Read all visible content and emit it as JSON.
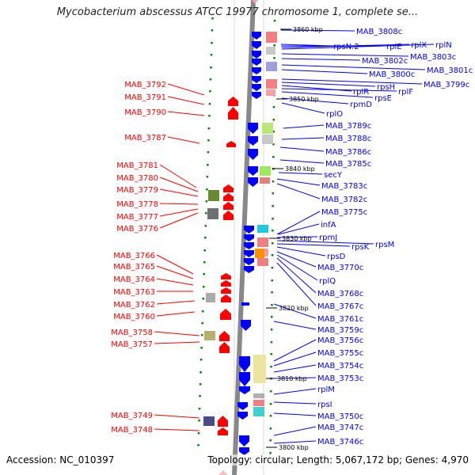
{
  "title": "Mycobacterium abscessus ATCC 19977 chromosome 1, complete se...",
  "footer": {
    "accession_label": "Accession:",
    "accession": "NC_010397",
    "summary": "Topology: circular; Length: 5,067,172 bp; Genes: 4,970"
  },
  "colors": {
    "forward_strand": "#ff0000",
    "reverse_strand": "#0000ff",
    "backbone": "#888888",
    "tick": "#008800"
  },
  "kbp_markers": [
    "3860 kbp",
    "3850 kbp",
    "3840 kbp",
    "3830 kbp",
    "3820 kbp",
    "3810 kbp",
    "3800 kbp"
  ],
  "left_labels": [
    "MAB_3792",
    "MAB_3791",
    "MAB_3790",
    "MAB_3787",
    "MAB_3781",
    "MAB_3780",
    "MAB_3779",
    "MAB_3778",
    "MAB_3777",
    "MAB_3776",
    "MAB_3766",
    "MAB_3765",
    "MAB_3764",
    "MAB_3763",
    "MAB_3762",
    "MAB_3760",
    "MAB_3758",
    "MAB_3757",
    "MAB_3749",
    "MAB_3748"
  ],
  "right_labels": [
    "MAB_3808c",
    "rpsN.2",
    "rplE",
    "rplX",
    "rplN",
    "MAB_3803c",
    "MAB_3802c",
    "MAB_3801c",
    "MAB_3800c",
    "MAB_3799c",
    "rpsH",
    "rplR",
    "rplF",
    "rpsE",
    "rpmD",
    "rplO",
    "MAB_3789c",
    "MAB_3788c",
    "MAB_3786c",
    "MAB_3785c",
    "secY",
    "MAB_3783c",
    "MAB_3782c",
    "MAB_3775c",
    "infA",
    "rpmJ",
    "rpsM",
    "rpsK",
    "rpsD",
    "MAB_3770c",
    "rplQ",
    "MAB_3768c",
    "MAB_3767c",
    "MAB_3761c",
    "MAB_3759c",
    "MAB_3756c",
    "MAB_3755c",
    "MAB_3754c",
    "MAB_3753c",
    "rplM",
    "rpsI",
    "MAB_3750c",
    "MAB_3747c",
    "MAB_3746c"
  ]
}
